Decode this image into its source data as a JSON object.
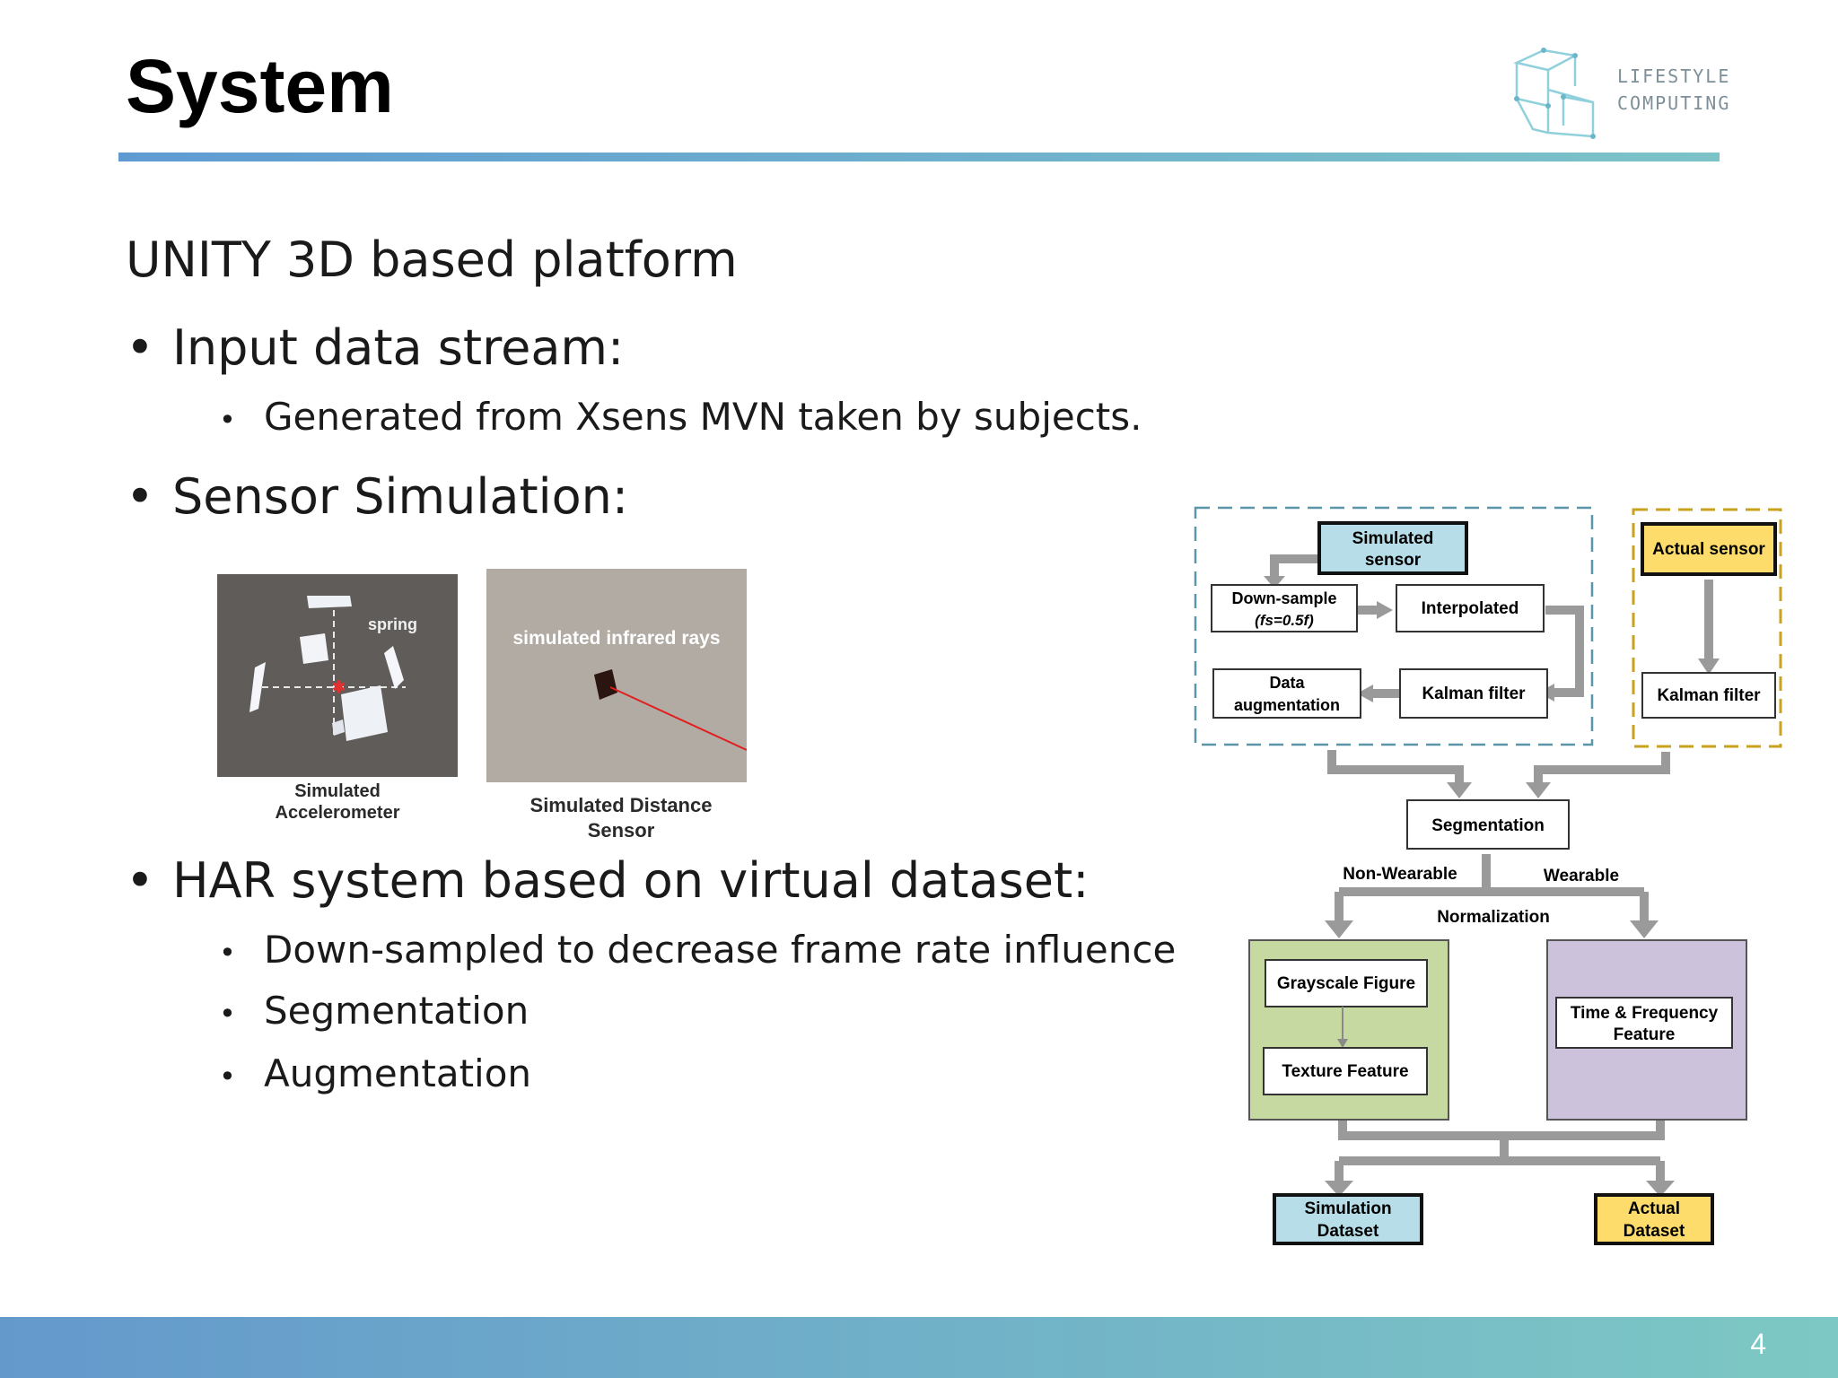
{
  "slide": {
    "title": "System",
    "page_number": "4",
    "accent_color": "#6aa6d0"
  },
  "logo": {
    "line1": "LIFESTYLE",
    "line2": "COMPUTING",
    "icon": "cube-lines-icon"
  },
  "content": {
    "heading": "UNITY 3D based platform",
    "bullet1": "Input data stream:",
    "bullet1_sub1": "Generated from Xsens MVN taken by subjects.",
    "bullet2": "Sensor Simulation:",
    "bullet3": "HAR system based on virtual dataset:",
    "bullet3_sub1": "Down-sampled to decrease frame rate influence",
    "bullet3_sub2": "Segmentation",
    "bullet3_sub3": "Augmentation",
    "bullet_glyph": "•"
  },
  "images": {
    "accel_label": "spring",
    "accel_caption_line1": "Simulated",
    "accel_caption_line2": "Accelerometer",
    "distance_label": "simulated infrared rays",
    "distance_caption_line1": "Simulated Distance",
    "distance_caption_line2": "Sensor"
  },
  "diagram": {
    "simulated_sensor_l1": "Simulated",
    "simulated_sensor_l2": "sensor",
    "downsample_l1": "Down-sample",
    "downsample_l2": "(fs=0.5f)",
    "interpolated": "Interpolated",
    "data_aug_l1": "Data",
    "data_aug_l2": "augmentation",
    "kalman_sim": "Kalman filter",
    "actual_sensor": "Actual sensor",
    "kalman_actual": "Kalman filter",
    "segmentation": "Segmentation",
    "non_wearable": "Non-Wearable",
    "wearable": "Wearable",
    "normalization": "Normalization",
    "grayscale": "Grayscale Figure",
    "texture": "Texture Feature",
    "timefreq_l1": "Time & Frequency",
    "timefreq_l2": "Feature",
    "sim_dataset_l1": "Simulation",
    "sim_dataset_l2": "Dataset",
    "actual_dataset_l1": "Actual",
    "actual_dataset_l2": "Dataset",
    "colors": {
      "sim_fill": "#b7dde8",
      "actual_fill": "#fedc6c",
      "green_fill": "#c6d9a0",
      "purple_fill": "#cdc2dc",
      "arrow": "#9a9a9a",
      "sim_dash": "#5a96a8",
      "actual_dash": "#c9a21e"
    }
  }
}
